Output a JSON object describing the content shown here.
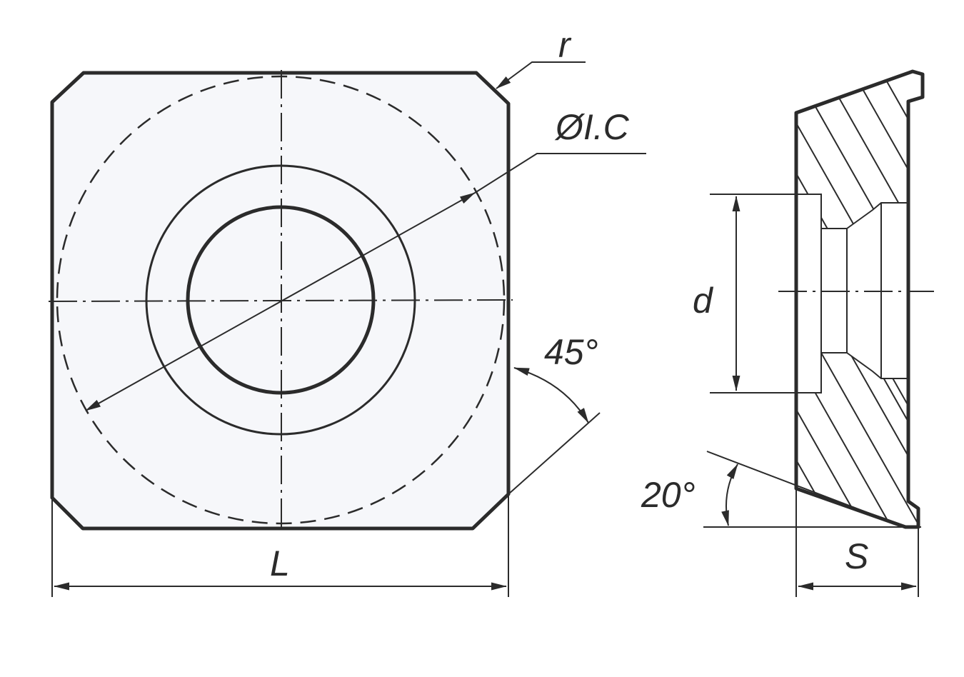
{
  "labels": {
    "corner_radius": "r",
    "inscribed_circle": "ØI.C",
    "clearance_angle_plan": "45°",
    "length": "L",
    "hole_diameter": "d",
    "relief_angle": "20°",
    "thickness": "S"
  },
  "colors": {
    "line": "#2b2b2b",
    "insert_fill": "#f6f7fa",
    "background": "#ffffff"
  }
}
